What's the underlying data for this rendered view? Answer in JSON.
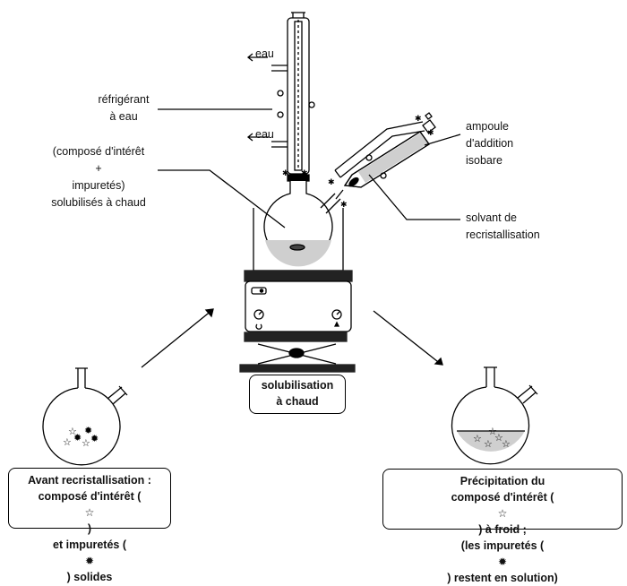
{
  "labels": {
    "eau_in": "eau",
    "eau_out": "eau",
    "refrigerant": [
      "réfrigérant",
      "à eau"
    ],
    "compose": [
      "(composé d'intérêt",
      "+",
      "impuretés)",
      "solubilisés à chaud"
    ],
    "ampoule": [
      "ampoule",
      "d'addition",
      "isobare"
    ],
    "solvant": [
      "solvant de",
      "recristallisation"
    ]
  },
  "boxes": {
    "solubilisation": [
      "solubilisation",
      "à chaud"
    ],
    "avant": {
      "line1": "Avant recristallisation :",
      "line2_pre": "composé d'intérêt (",
      "line2_post": ")",
      "line3_pre": "et impuretés (",
      "line3_post": ") solides"
    },
    "precipitation": {
      "line1": "Précipitation du",
      "line2_pre": "composé d'intérêt (",
      "line2_post": ") à froid ;",
      "line3_pre": "(les impuretés (",
      "line3_post": ") restent en solution)"
    }
  },
  "icons": {
    "star_open": "☆",
    "star_dark": "✹"
  },
  "colors": {
    "line": "#000000",
    "solvent_fill": "#cfcfcf",
    "plate": "#222222"
  }
}
